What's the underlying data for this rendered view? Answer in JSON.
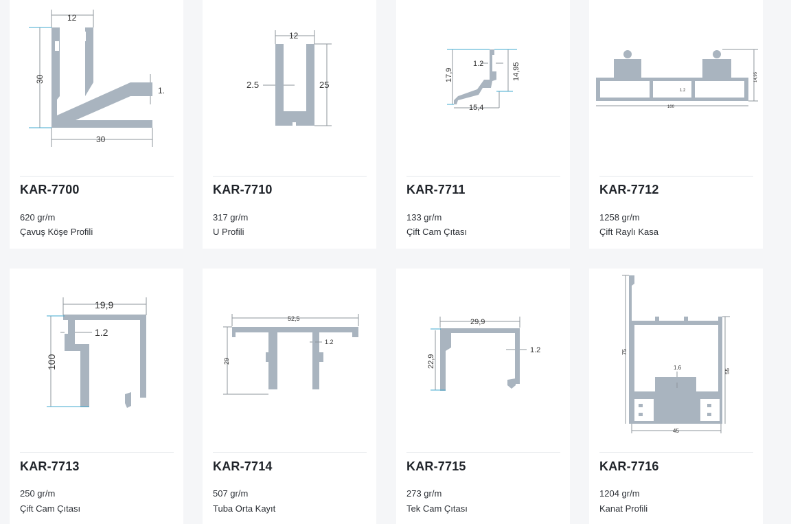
{
  "products": [
    {
      "code": "KAR-7700",
      "weight": "620 gr/m",
      "name": "Çavuş Köşe Profili",
      "dims": [
        "12",
        "30",
        "1.",
        "30"
      ]
    },
    {
      "code": "KAR-7710",
      "weight": "317 gr/m",
      "name": "U Profili",
      "dims": [
        "12",
        "2.5",
        "25"
      ]
    },
    {
      "code": "KAR-7711",
      "weight": "133 gr/m",
      "name": "Çift Cam Çıtası",
      "dims": [
        "1.2",
        "17,9",
        "14,95",
        "15,4"
      ]
    },
    {
      "code": "KAR-7712",
      "weight": "1258 gr/m",
      "name": "Çift Raylı Kasa",
      "dims": [
        "14,95",
        "1.2",
        "100"
      ]
    },
    {
      "code": "KAR-7713",
      "weight": "250 gr/m",
      "name": "Çift Cam Çıtası",
      "dims": [
        "19,9",
        "1.2",
        "100"
      ]
    },
    {
      "code": "KAR-7714",
      "weight": "507 gr/m",
      "name": "Tuba Orta Kayıt",
      "dims": [
        "52,5",
        "1.2",
        "29"
      ]
    },
    {
      "code": "KAR-7715",
      "weight": "273 gr/m",
      "name": "Tek Cam Çıtası",
      "dims": [
        "29,9",
        "1.2",
        "22,9"
      ]
    },
    {
      "code": "KAR-7716",
      "weight": "1204 gr/m",
      "name": "Kanat Profili",
      "dims": [
        "75",
        "55",
        "1.6",
        "45"
      ]
    }
  ],
  "colors": {
    "profile_fill": "#a9b4bf",
    "dimension_line": "#8d949b",
    "dimension_accent": "#3fa9cf",
    "card_bg": "#ffffff",
    "page_bg": "#f5f6f8"
  }
}
